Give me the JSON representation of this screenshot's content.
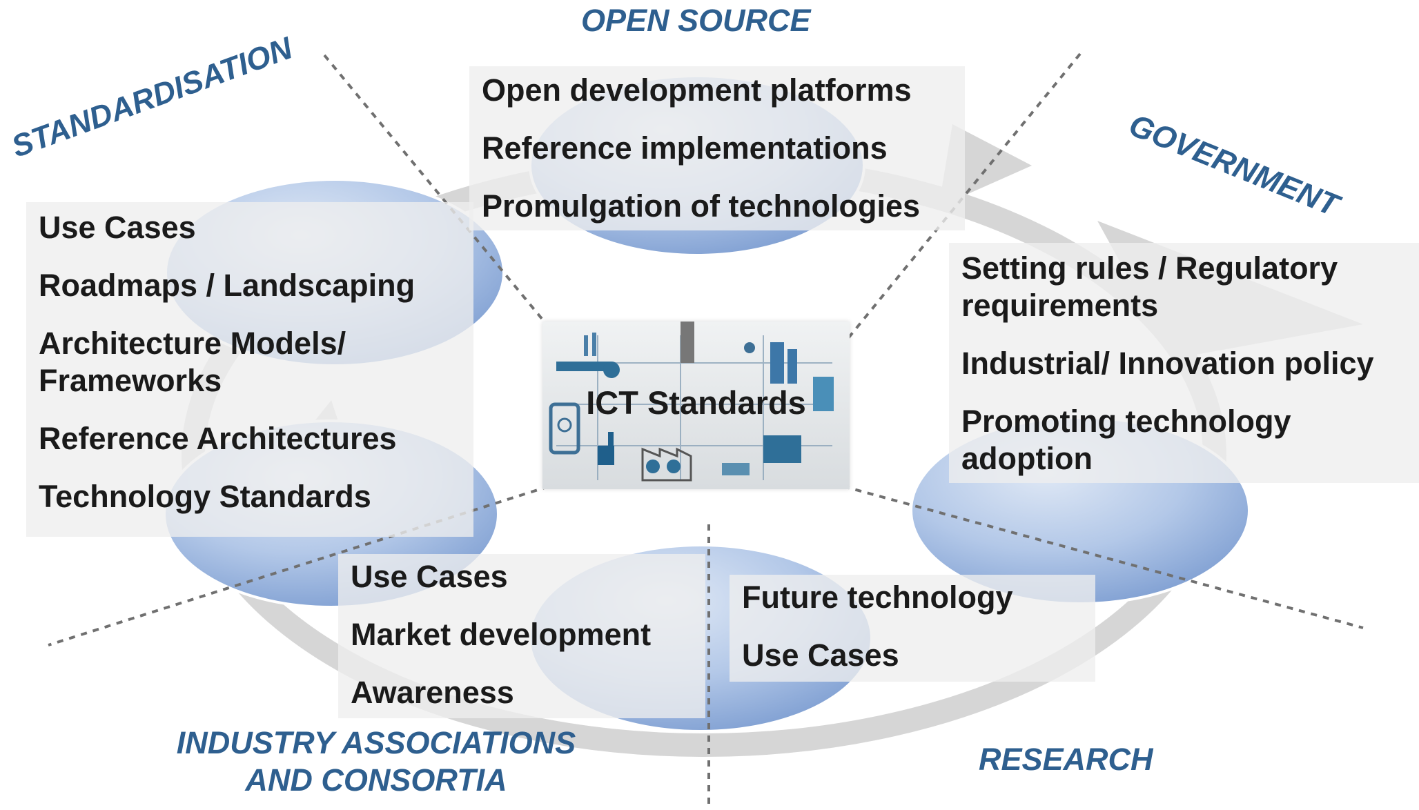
{
  "center": {
    "title": "ICT Standards"
  },
  "sectors": {
    "open_source": "OPEN SOURCE",
    "standardisation": "STANDARDISATION",
    "government": "GOVERNMENT",
    "industry": [
      "INDUSTRY ASSOCIATIONS",
      "AND CONSORTIA"
    ],
    "research": "RESEARCH"
  },
  "boxes": {
    "open_source": [
      "Open development platforms",
      "Reference implementations",
      "Promulgation of technologies"
    ],
    "standardisation": [
      "Use Cases",
      "Roadmaps / Landscaping",
      "Architecture Models/ Frameworks",
      "Reference Architectures",
      "Technology Standards"
    ],
    "government": [
      "Setting rules / Regulatory requirements",
      "Industrial/ Innovation policy",
      "Promoting technology adoption"
    ],
    "industry": [
      "Use Cases",
      "Market development",
      "Awareness"
    ],
    "research": [
      "Future technology",
      "Use Cases"
    ]
  },
  "colors": {
    "sector_text": "#2e5f8f",
    "ellipse": "#9db9e0",
    "ring": "#d2d2d2"
  }
}
